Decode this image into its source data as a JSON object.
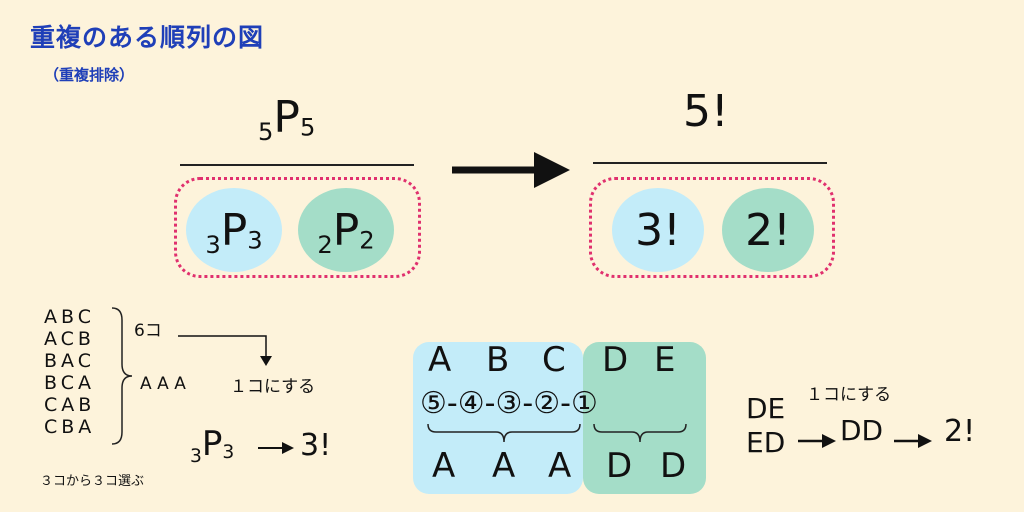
{
  "title": "重複のある順列の図",
  "subtitle": "（重複排除）",
  "top_left": {
    "numerator": {
      "pre": "5",
      "letter": "P",
      "sub": "5"
    },
    "circle1": {
      "pre": "3",
      "letter": "P",
      "sub": "3"
    },
    "circle2": {
      "pre": "2",
      "letter": "P",
      "sub": "2"
    }
  },
  "top_right": {
    "numerator": "5!",
    "circle1": "3!",
    "circle2": "2!"
  },
  "list": {
    "rows": [
      "ABC",
      "ACB",
      "BAC",
      "BCA",
      "CAB",
      "CBA"
    ],
    "count_label": "6コ",
    "merged": "AAA",
    "one_label": "１コにする",
    "bottom_caption": "３コから３コ選ぶ",
    "formula": {
      "pre": "3",
      "letter": "P",
      "sub": "3",
      "result": "3!"
    }
  },
  "center": {
    "top_letters": [
      "A",
      "B",
      "C",
      "D",
      "E"
    ],
    "circled": [
      "⑤",
      "④",
      "③",
      "②",
      "①"
    ],
    "dash": "-",
    "bottom_letters": [
      "A",
      "A",
      "A",
      "D",
      "D"
    ],
    "colors": {
      "light": "#c3ecf9",
      "dark": "#a4ddc8"
    }
  },
  "right": {
    "row1": "DE",
    "row2": "ED",
    "one_label": "１コにする",
    "merged": "DD",
    "result": "2!"
  },
  "colors": {
    "title": "#1f3fb8",
    "dotted": "#e0306e",
    "background": "#fdf3db"
  }
}
